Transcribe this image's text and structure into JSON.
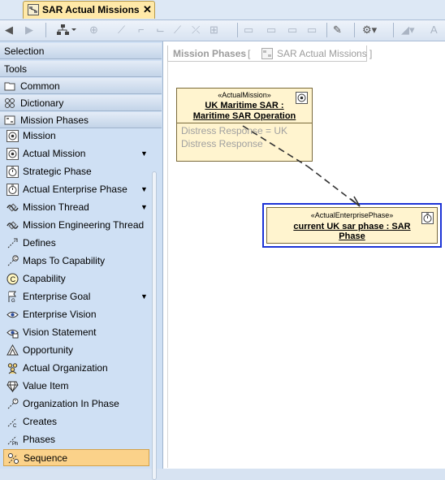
{
  "tab": {
    "title": "SAR Actual Missions",
    "close": "✕"
  },
  "toolbar": {
    "items": [
      "back",
      "forward",
      "layout",
      "shapes",
      "path",
      "format",
      "settings",
      "text-color"
    ]
  },
  "palette": {
    "sections": [
      {
        "label": "Selection"
      },
      {
        "label": "Tools"
      },
      {
        "label": "Common"
      },
      {
        "label": "Dictionary"
      },
      {
        "label": "Mission Phases"
      }
    ],
    "items": [
      {
        "label": "Mission",
        "icon": "mission-icon"
      },
      {
        "label": "Actual Mission",
        "icon": "actual-mission-icon",
        "arrow": "▼"
      },
      {
        "label": "Strategic Phase",
        "icon": "strategic-phase-icon"
      },
      {
        "label": "Actual Enterprise Phase",
        "icon": "actual-enterprise-phase-icon",
        "arrow": "▼"
      },
      {
        "label": "Mission Thread",
        "icon": "mission-thread-icon",
        "arrow": "▼"
      },
      {
        "label": "Mission Engineering Thread",
        "icon": "mission-engineering-thread-icon"
      },
      {
        "label": "Defines",
        "icon": "defines-icon"
      },
      {
        "label": "Maps To Capability",
        "icon": "maps-to-capability-icon"
      },
      {
        "label": "Capability",
        "icon": "capability-icon"
      },
      {
        "label": "Enterprise Goal",
        "icon": "enterprise-goal-icon",
        "arrow": "▼"
      },
      {
        "label": "Enterprise Vision",
        "icon": "enterprise-vision-icon"
      },
      {
        "label": "Vision Statement",
        "icon": "vision-statement-icon"
      },
      {
        "label": "Opportunity",
        "icon": "opportunity-icon"
      },
      {
        "label": "Actual Organization",
        "icon": "actual-organization-icon"
      },
      {
        "label": "Value Item",
        "icon": "value-item-icon"
      },
      {
        "label": "Organization In Phase",
        "icon": "organization-in-phase-icon"
      },
      {
        "label": "Creates",
        "icon": "creates-icon"
      },
      {
        "label": "Phases",
        "icon": "phases-icon"
      },
      {
        "label": "Sequence",
        "icon": "sequence-icon",
        "selected": true
      }
    ]
  },
  "diagram": {
    "frame_type": "Mission Phases",
    "frame_open": "[",
    "frame_name": "SAR Actual Missions ]",
    "mission": {
      "stereotype": "«ActualMission»",
      "name_line1": "UK Maritime SAR :",
      "name_line2": "Maritime SAR Operation",
      "prop_line1": "Distress Response = UK",
      "prop_line2": "Distress Response"
    },
    "phase": {
      "stereotype": "«ActualEnterprisePhase»",
      "name_line1": "current UK sar phase : SAR",
      "name_line2": "Phase"
    }
  },
  "colors": {
    "accent": "#1c33d6",
    "element_fill": "#fff4cf",
    "selected_item": "#fbd28a"
  }
}
